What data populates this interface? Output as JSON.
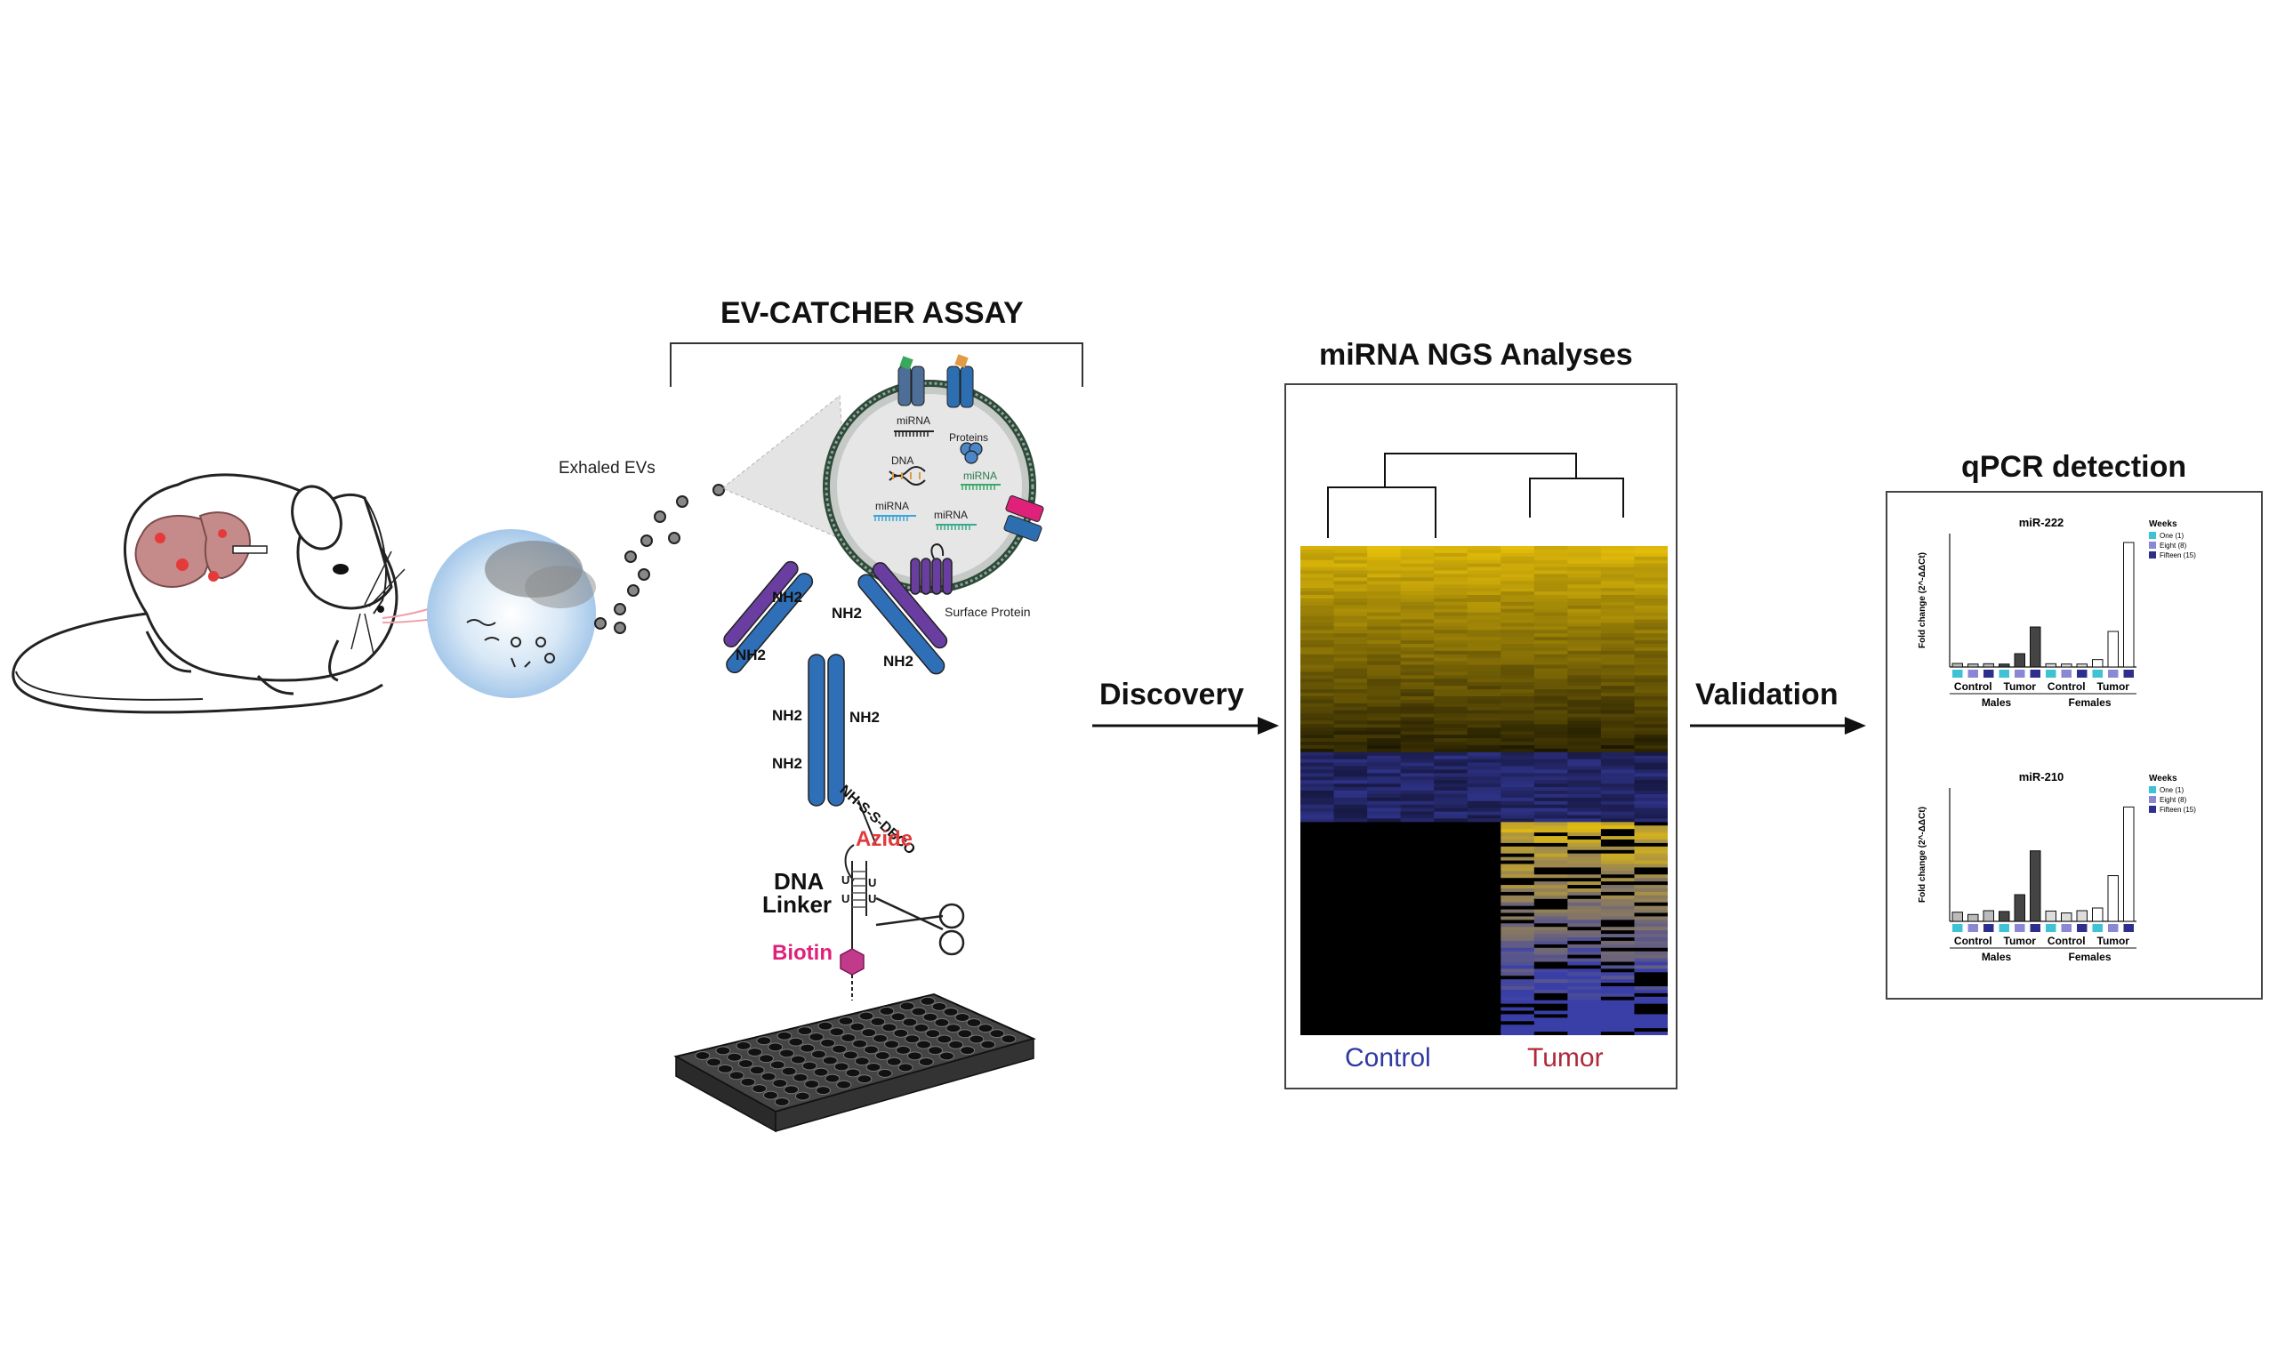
{
  "titles": {
    "assay": "EV-CATCHER ASSAY",
    "ngs": "miRNA NGS Analyses",
    "qpcr": "qPCR detection"
  },
  "flow": {
    "discovery": "Discovery",
    "validation": "Validation"
  },
  "labels": {
    "exhaled_evs": "Exhaled EVs",
    "surface_protein": "Surface Protein",
    "mirna_top": "miRNA",
    "proteins": "Proteins",
    "dna": "DNA",
    "mirna_a": "miRNA",
    "mirna_b": "miRNA",
    "mirna_c": "miRNA",
    "nh2": "NH2",
    "linker_chem": "NH-S-S-DBCO",
    "azide": "Azide",
    "dna_linker_1": "DNA",
    "dna_linker_2": "Linker",
    "u": "U",
    "biotin": "Biotin"
  },
  "heatmap": {
    "control_label": "Control",
    "tumor_label": "Tumor"
  },
  "qpcr_charts": [
    {
      "title": "miR-222",
      "ylabel": "Fold change (2^-ΔΔCt)",
      "legend_title": "Weeks",
      "legend": [
        "One (1)",
        "Eight (8)",
        "Fifteen (15)"
      ],
      "groups": [
        "Control",
        "Tumor",
        "Control",
        "Tumor"
      ],
      "sexes": [
        "Males",
        "Females"
      ],
      "values": [
        1.2,
        1.0,
        1.1,
        1.0,
        4.5,
        13.5,
        1.1,
        1.0,
        1.0,
        2.5,
        12,
        42
      ],
      "ylim": [
        0,
        45
      ]
    },
    {
      "title": "miR-210",
      "ylabel": "Fold change (2^-ΔΔCt)",
      "legend_title": "Weeks",
      "legend": [
        "One (1)",
        "Eight (8)",
        "Fifteen (15)"
      ],
      "groups": [
        "Control",
        "Tumor",
        "Control",
        "Tumor"
      ],
      "sexes": [
        "Males",
        "Females"
      ],
      "values": [
        2.4,
        1.8,
        2.8,
        2.6,
        7.0,
        18.5,
        2.7,
        2.2,
        2.8,
        3.5,
        12,
        30
      ],
      "ylim": [
        0,
        35
      ]
    }
  ],
  "colors": {
    "antibody_blue": "#2f6fb8",
    "antibody_purple": "#6a3ea1",
    "heat_yellow": "#e8c10a",
    "heat_blue": "#3a3fa8",
    "week1": "#3fc1d6",
    "week8": "#8a87d4",
    "week15": "#2e2f8c"
  }
}
